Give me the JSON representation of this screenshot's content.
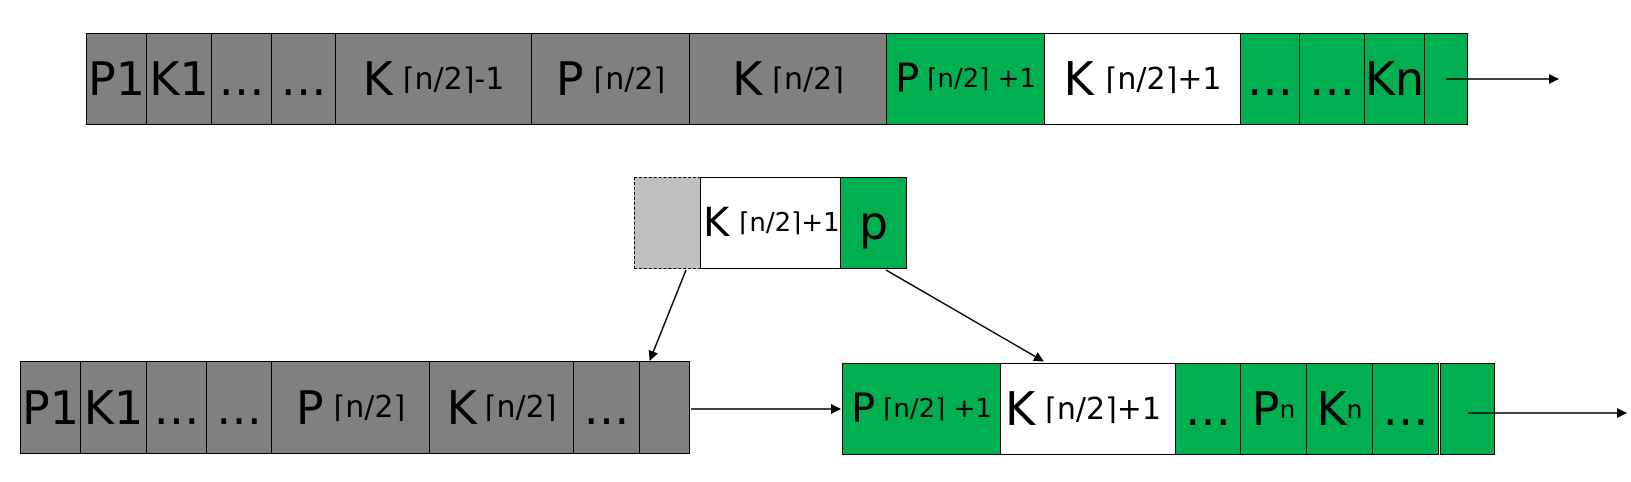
{
  "colors": {
    "gray": "#808080",
    "green": "#00b050",
    "white": "#ffffff",
    "light_gray": "#c0c0c0"
  },
  "top_row": {
    "cells": [
      {
        "main": "P1",
        "sub": ""
      },
      {
        "main": "K1",
        "sub": ""
      },
      {
        "main": "…",
        "sub": ""
      },
      {
        "main": "…",
        "sub": ""
      },
      {
        "main": "K",
        "sub": "⌈n/2⌉-1"
      },
      {
        "main": "P",
        "sub": "⌈n/2⌉"
      },
      {
        "main": "K",
        "sub": "⌈n/2⌉"
      },
      {
        "main": "P",
        "sub": "⌈n/2⌉ +1"
      },
      {
        "main": "K",
        "sub": "⌈n/2⌉+1"
      },
      {
        "main": "…",
        "sub": ""
      },
      {
        "main": "…",
        "sub": ""
      },
      {
        "main": "Kn",
        "sub": ""
      },
      {
        "main": "",
        "sub": ""
      }
    ]
  },
  "middle_node": {
    "cells": [
      {
        "main": "",
        "sub": ""
      },
      {
        "main": "K",
        "sub": "⌈n/2⌉+1"
      },
      {
        "main": "p",
        "sub": ""
      }
    ]
  },
  "left_node": {
    "cells": [
      {
        "main": "P1",
        "sub": ""
      },
      {
        "main": "K1",
        "sub": ""
      },
      {
        "main": "…",
        "sub": ""
      },
      {
        "main": "…",
        "sub": ""
      },
      {
        "main": "P",
        "sub": "⌈n/2⌉"
      },
      {
        "main": "K",
        "sub": "⌈n/2⌉"
      },
      {
        "main": "…",
        "sub": ""
      },
      {
        "main": "",
        "sub": ""
      }
    ]
  },
  "right_node": {
    "cells": [
      {
        "main": "P",
        "sub": "⌈n/2⌉ +1"
      },
      {
        "main": "K",
        "sub": "⌈n/2⌉+1"
      },
      {
        "main": "…",
        "sub": ""
      },
      {
        "main": "P",
        "sub": "n"
      },
      {
        "main": "K",
        "sub": "n"
      },
      {
        "main": "…",
        "sub": ""
      },
      {
        "main": "",
        "sub": ""
      }
    ]
  }
}
